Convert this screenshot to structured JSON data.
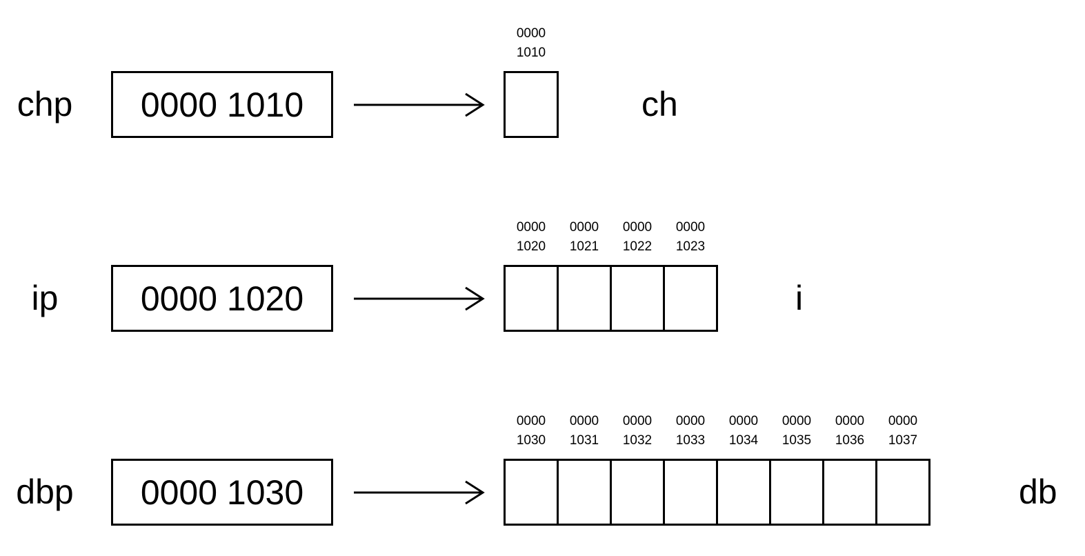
{
  "rows": [
    {
      "pointer_name": "chp",
      "pointer_value": "0000 1010",
      "target_name": "ch",
      "cells": [
        {
          "addr_hi": "0000",
          "addr_lo": "1010"
        }
      ]
    },
    {
      "pointer_name": "ip",
      "pointer_value": "0000 1020",
      "target_name": "i",
      "cells": [
        {
          "addr_hi": "0000",
          "addr_lo": "1020"
        },
        {
          "addr_hi": "0000",
          "addr_lo": "1021"
        },
        {
          "addr_hi": "0000",
          "addr_lo": "1022"
        },
        {
          "addr_hi": "0000",
          "addr_lo": "1023"
        }
      ]
    },
    {
      "pointer_name": "dbp",
      "pointer_value": "0000 1030",
      "target_name": "db",
      "cells": [
        {
          "addr_hi": "0000",
          "addr_lo": "1030"
        },
        {
          "addr_hi": "0000",
          "addr_lo": "1031"
        },
        {
          "addr_hi": "0000",
          "addr_lo": "1032"
        },
        {
          "addr_hi": "0000",
          "addr_lo": "1033"
        },
        {
          "addr_hi": "0000",
          "addr_lo": "1034"
        },
        {
          "addr_hi": "0000",
          "addr_lo": "1035"
        },
        {
          "addr_hi": "0000",
          "addr_lo": "1036"
        },
        {
          "addr_hi": "0000",
          "addr_lo": "1037"
        }
      ]
    }
  ]
}
